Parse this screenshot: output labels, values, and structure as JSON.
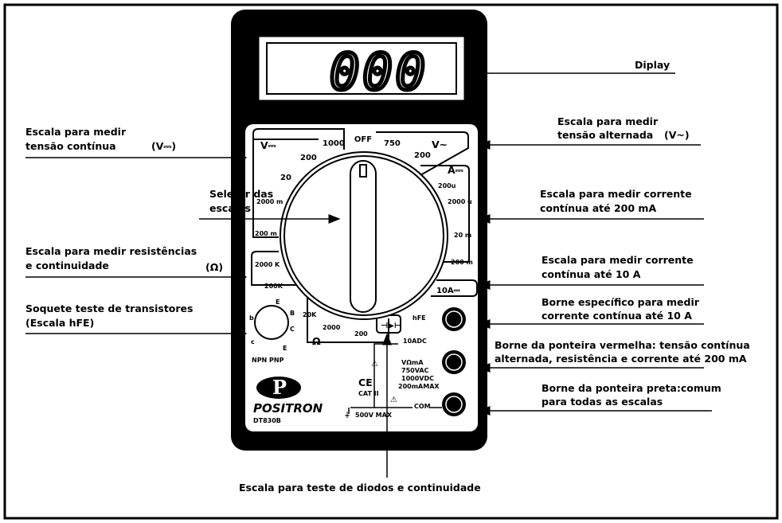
{
  "display": {
    "digits": "000",
    "label": "Diplay"
  },
  "labels": {
    "dc_voltage": [
      "Escala para medir",
      "tensão contínua",
      "(V⎓)"
    ],
    "selector": [
      "Seletor das",
      "escalas"
    ],
    "resistance": [
      "Escala para medir resistências",
      "e continuidade",
      "(Ω)"
    ],
    "transistor": [
      "Soquete teste de transistores",
      "(Escala hFE)"
    ],
    "ac_voltage": [
      "Escala para medir",
      "tensão alternada",
      "(V~)"
    ],
    "dc_200ma": [
      "Escala para medir corrente",
      "contínua até 200 mA"
    ],
    "dc_10a": [
      "Escala para medir corrente",
      "contínua até 10 A"
    ],
    "jack_10a": [
      "Borne específico para medir",
      "corrente contínua até 10 A"
    ],
    "jack_red": [
      "Borne da ponteira vermelha: tensão contínua",
      "alternada, resistência e corrente até 200 mA"
    ],
    "jack_black": [
      "Borne da ponteira preta:comum",
      "para todas as escalas"
    ],
    "diode": "Escala para teste de diodos e continuidade"
  },
  "meter": {
    "off": "OFF",
    "vdc": {
      "title": "V⎓",
      "ranges": [
        "1000",
        "200",
        "20",
        "2000 m",
        "200 m"
      ]
    },
    "vac": {
      "title": "V∼",
      "ranges": [
        "750",
        "200"
      ]
    },
    "adc": {
      "title": "A⎓",
      "ranges": [
        "200u",
        "2000 u",
        "20 m",
        "200 m"
      ],
      "ten": "10A⎓"
    },
    "ohm": {
      "title": "Ω",
      "ranges": [
        "2000 K",
        "200K",
        "20K",
        "2000",
        "200"
      ]
    },
    "hfe": "hFE",
    "transistor_pins": [
      "E",
      "B",
      "C",
      "E",
      "b",
      "c"
    ],
    "npn_pnp": "NPN PNP",
    "jack_10a": "10ADC",
    "jack_v": [
      "VΩmA",
      "750VAC",
      "1000VDC",
      "200mAMAX"
    ],
    "com": "COM",
    "cat": [
      "CE",
      "CAT II"
    ],
    "maxv": "500V MAX",
    "brand": "POSITRON",
    "model": "DT830B"
  }
}
